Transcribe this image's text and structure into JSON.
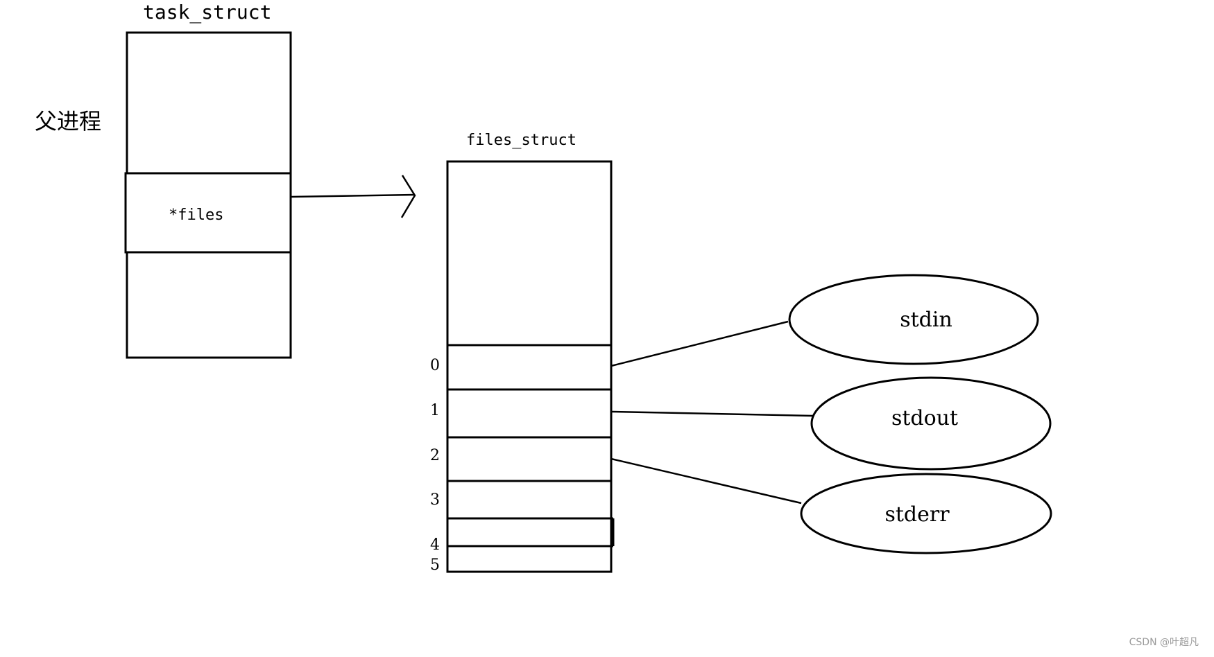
{
  "parent_process": {
    "label": "父进程",
    "struct_name": "task_struct",
    "field": "*files"
  },
  "files_struct": {
    "name": "files_struct",
    "indices": [
      "0",
      "1",
      "2",
      "3",
      "4",
      "5"
    ]
  },
  "streams": [
    {
      "name": "stdin",
      "fd": "0"
    },
    {
      "name": "stdout",
      "fd": "1"
    },
    {
      "name": "stderr",
      "fd": "2"
    }
  ],
  "watermark": "CSDN @叶超凡"
}
